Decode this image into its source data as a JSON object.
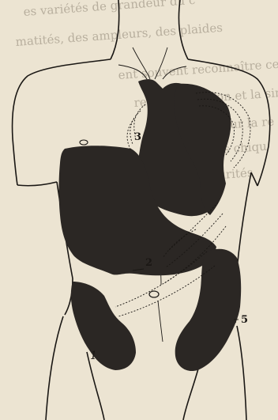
{
  "bleed_through_text": [
    "es variétés de grandeur du c",
    "matités, des ampleurs, des plaides",
    "ent souvent reconnaître ce",
    "rer l'exploration et la simu",
    "procédés sur la re",
    "ens, mais chiqu",
    "s murités"
  ],
  "callouts": {
    "heart": "3",
    "liver": "2",
    "right_side": "5",
    "left_side": "1"
  },
  "colors": {
    "paper": "#ece4d2",
    "ink": "#1a1714",
    "organ_fill": "#2b2724",
    "bleed": "#8e8474"
  }
}
